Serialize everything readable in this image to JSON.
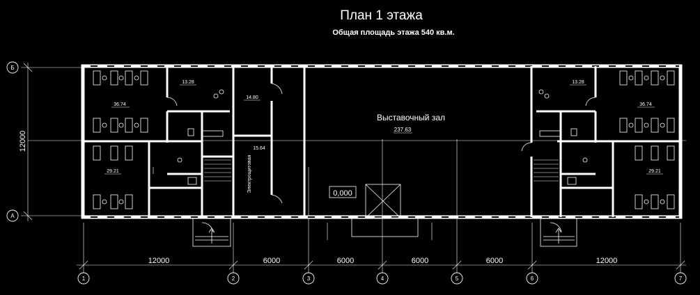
{
  "title": "План 1 этажа",
  "subtitle": "Общая площадь этажа 540 кв.м.",
  "axes_columns": [
    "1",
    "2",
    "3",
    "4",
    "5",
    "6",
    "7"
  ],
  "axes_rows": [
    "Б",
    "А"
  ],
  "dimensions": {
    "bottom": [
      "12000",
      "6000",
      "6000",
      "6000",
      "6000",
      "12000"
    ],
    "left": "12000"
  },
  "rooms": {
    "office_top_left": "36.74",
    "office_bottom_left": "29.21",
    "wc_top_left": "13.28",
    "room_center_left": "14.80",
    "electrical_area": "15.64",
    "electrical_name": "Электрощитовая",
    "hall_name": "Выставочный зал",
    "hall_area": "237.63",
    "wc_top_right": "13.28",
    "office_top_right": "36.74",
    "office_bottom_right": "29.21"
  },
  "elevation_mark": "0,000",
  "colors": {
    "background": "#000000",
    "lines": "#ffffff"
  }
}
